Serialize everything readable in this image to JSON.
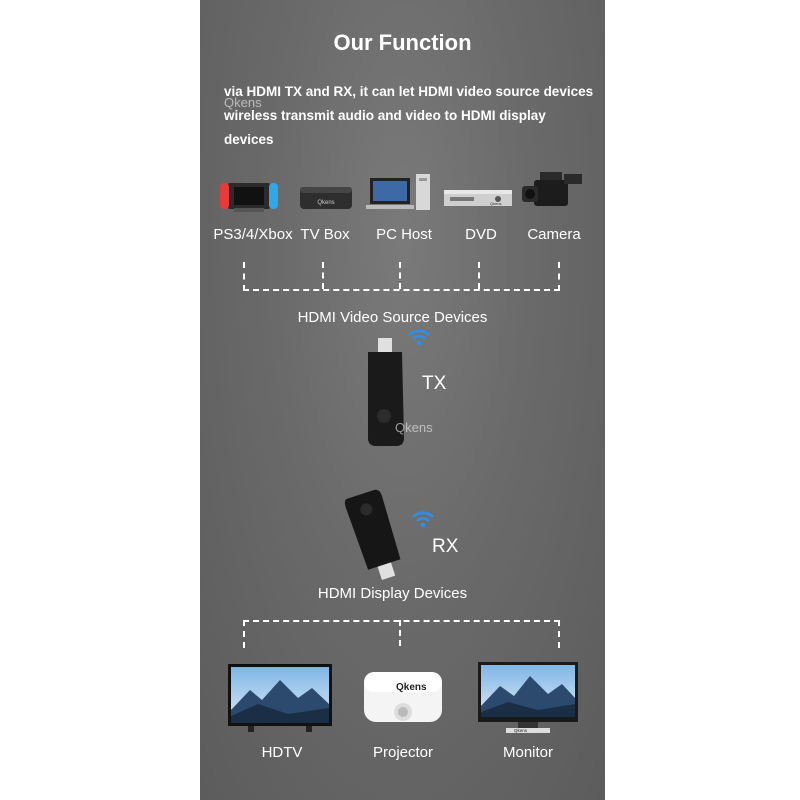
{
  "title": "Our Function",
  "subtitle_line1": "via HDMI TX and RX, it can let HDMI video source devices",
  "subtitle_line2": "wireless transmit audio and video to HDMI display devices",
  "watermark": "Qkens",
  "source_devices": [
    "PS3/4/Xbox",
    "TV Box",
    "PC Host",
    "DVD",
    "Camera"
  ],
  "source_group_label": "HDMI Video Source Devices",
  "tx_label": "TX",
  "rx_label": "RX",
  "display_group_label": "HDMI Display Devices",
  "display_devices": [
    "HDTV",
    "Projector",
    "Monitor"
  ],
  "brand_on_devices": "Qkens",
  "colors": {
    "background": "#6a6a6a",
    "text": "#ffffff",
    "wifi": "#2f8fe6"
  }
}
